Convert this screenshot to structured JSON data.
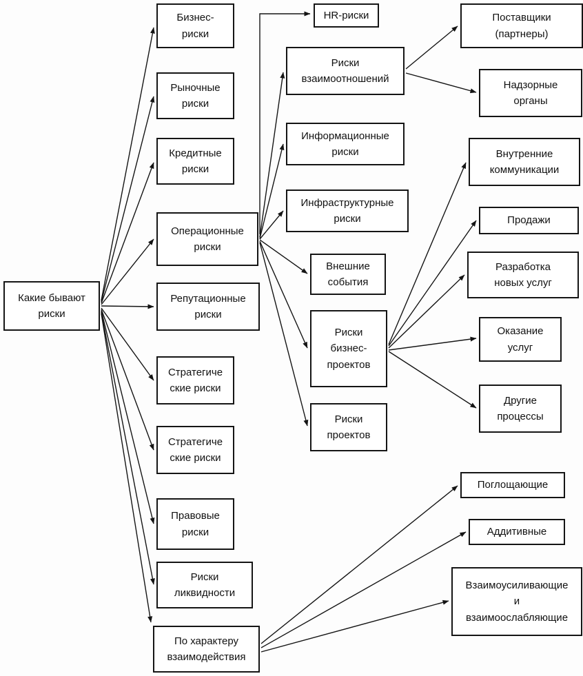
{
  "diagram": {
    "title": "Какие бывают риски",
    "nodes": {
      "root": {
        "label": "Какие бывают\nриски"
      },
      "business": {
        "label": "Бизнес-\nриски"
      },
      "market": {
        "label": "Рыночные\nриски"
      },
      "credit": {
        "label": "Кредитные\nриски"
      },
      "operational": {
        "label": "Операционные\nриски"
      },
      "reputational": {
        "label": "Репутационные\nриски"
      },
      "strategic1": {
        "label": "Стратегиче\nские риски"
      },
      "strategic2": {
        "label": "Стратегиче\nские риски"
      },
      "legal": {
        "label": "Правовые\nриски"
      },
      "liquidity": {
        "label": "Риски\nликвидности"
      },
      "interaction": {
        "label": "По характеру\nвзаимодействия"
      },
      "hr": {
        "label": "HR-риски"
      },
      "relationship": {
        "label": "Риски\nвзаимоотношений"
      },
      "information": {
        "label": "Информационные\nриски"
      },
      "infrastructure": {
        "label": "Инфраструктурные\nриски"
      },
      "external": {
        "label": "Внешние\nсобытия"
      },
      "biz_projects": {
        "label": "Риски\nбизнес-\nпроектов"
      },
      "projects": {
        "label": "Риски\nпроектов"
      },
      "suppliers": {
        "label": "Поставщики\n(партнеры)"
      },
      "supervisory": {
        "label": "Надзорные\nорганы"
      },
      "internal_comms": {
        "label": "Внутренние\nкоммуникации"
      },
      "sales": {
        "label": "Продажи"
      },
      "development": {
        "label": "Разработка\nновых услуг"
      },
      "provision": {
        "label": "Оказание\nуслуг"
      },
      "other_processes": {
        "label": "Другие\nпроцессы"
      },
      "absorbing": {
        "label": "Поглощающие"
      },
      "additive": {
        "label": "Аддитивные"
      },
      "mutual": {
        "label": "Взаимоусиливающие\nи\nвзаимоослабляющие"
      }
    },
    "edges": [
      {
        "from": "root",
        "to": "business"
      },
      {
        "from": "root",
        "to": "market"
      },
      {
        "from": "root",
        "to": "credit"
      },
      {
        "from": "root",
        "to": "operational"
      },
      {
        "from": "root",
        "to": "reputational"
      },
      {
        "from": "root",
        "to": "strategic1"
      },
      {
        "from": "root",
        "to": "strategic2"
      },
      {
        "from": "root",
        "to": "legal"
      },
      {
        "from": "root",
        "to": "liquidity"
      },
      {
        "from": "root",
        "to": "interaction"
      },
      {
        "from": "operational",
        "to": "hr"
      },
      {
        "from": "operational",
        "to": "relationship"
      },
      {
        "from": "operational",
        "to": "information"
      },
      {
        "from": "operational",
        "to": "infrastructure"
      },
      {
        "from": "operational",
        "to": "external"
      },
      {
        "from": "operational",
        "to": "biz_projects"
      },
      {
        "from": "operational",
        "to": "projects"
      },
      {
        "from": "relationship",
        "to": "suppliers"
      },
      {
        "from": "relationship",
        "to": "supervisory"
      },
      {
        "from": "biz_projects",
        "to": "internal_comms"
      },
      {
        "from": "biz_projects",
        "to": "sales"
      },
      {
        "from": "biz_projects",
        "to": "development"
      },
      {
        "from": "biz_projects",
        "to": "provision"
      },
      {
        "from": "biz_projects",
        "to": "other_processes"
      },
      {
        "from": "interaction",
        "to": "absorbing"
      },
      {
        "from": "interaction",
        "to": "additive"
      },
      {
        "from": "interaction",
        "to": "mutual"
      }
    ]
  }
}
